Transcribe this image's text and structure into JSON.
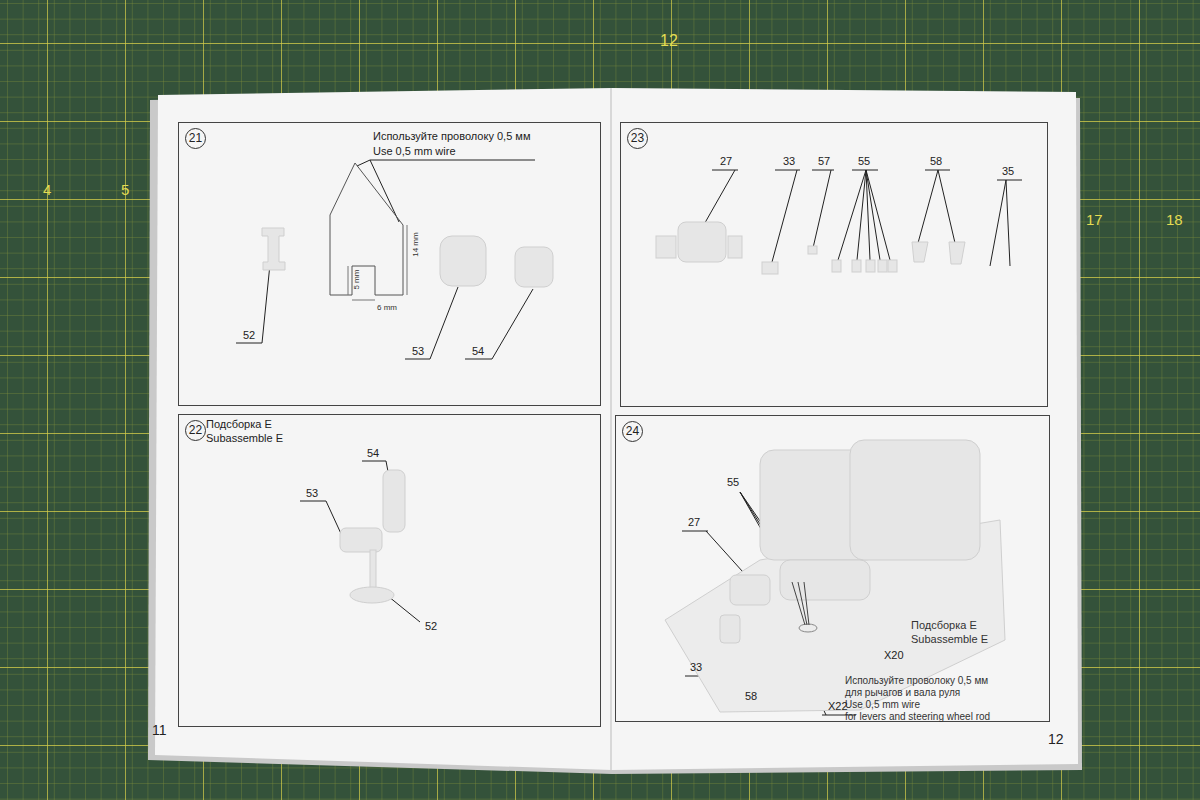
{
  "diagram": {
    "nodes": [
      {
        "text": [
          "21"
        ]
      },
      {
        "text": [
          "22",
          "Подсборка E Subassemble E"
        ]
      },
      {
        "text": [
          "23"
        ]
      },
      {
        "text": [
          "24"
        ]
      }
    ],
    "labels": [
      "Используйте проволоку 0,5 мм",
      "Use 0,5 mm wire",
      "14 mm",
      "5 mm",
      "6 mm",
      "52",
      "53",
      "54",
      "54",
      "53",
      "52",
      "27",
      "33",
      "57",
      "55",
      "58",
      "35",
      "55",
      "27",
      "Подсборка E",
      "Subassemble E",
      "X20",
      "Используйте проволоку 0,5 мм",
      "для рычагов и вала руля",
      "33",
      "Use 0,5 mm wire",
      "for levers and steering wheel rod",
      "58",
      "X22",
      "11",
      "12",
      "12",
      "4",
      "5",
      "17",
      "18"
    ]
  }
}
